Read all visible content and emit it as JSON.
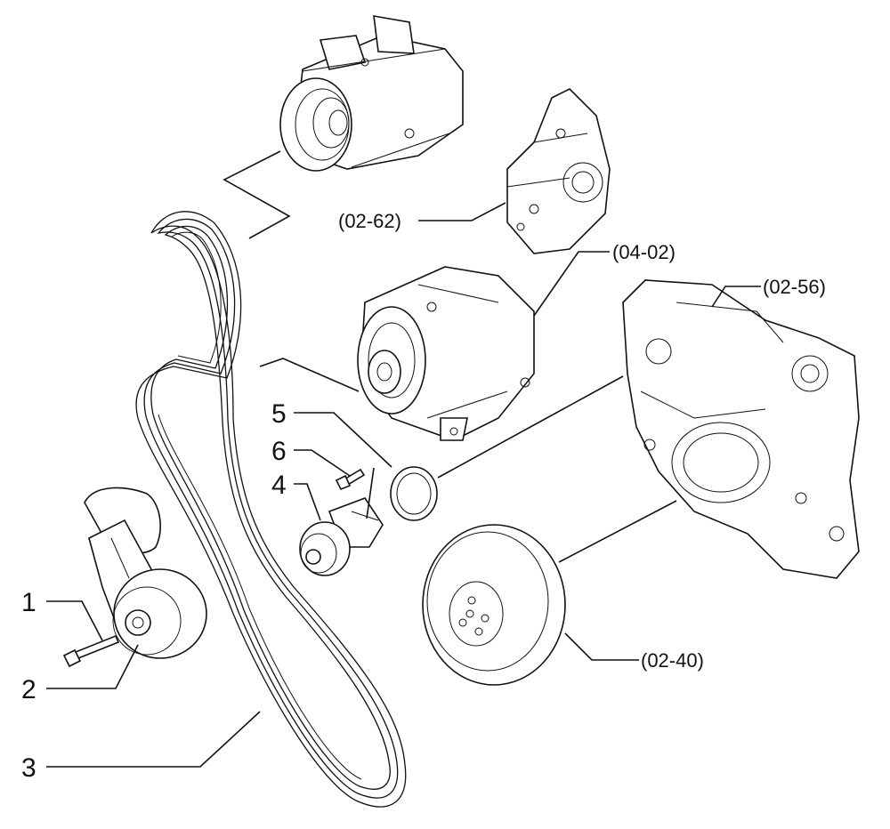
{
  "callouts": {
    "item_1": "1",
    "item_2": "2",
    "item_3": "3",
    "item_4": "4",
    "item_5": "5",
    "item_6": "6"
  },
  "references": {
    "ref_02_62": "(02-62)",
    "ref_04_02": "(04-02)",
    "ref_02_56": "(02-56)",
    "ref_02_40": "(02-40)"
  }
}
